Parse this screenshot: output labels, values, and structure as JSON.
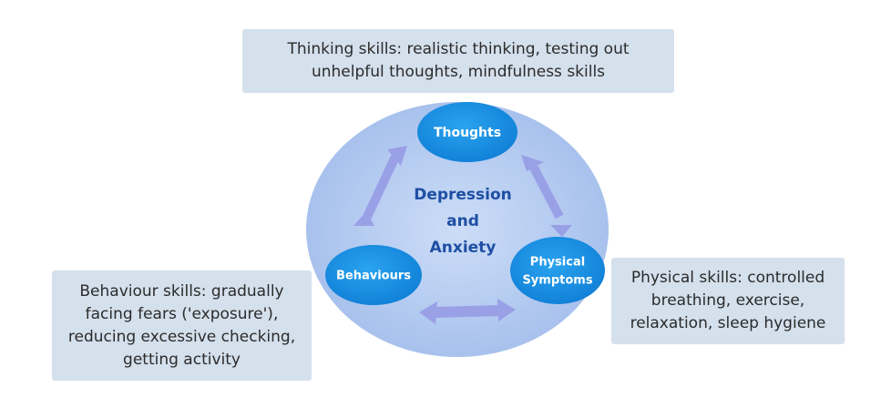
{
  "center": {
    "lines": [
      "Depression",
      "and",
      "Anxiety"
    ]
  },
  "nodes": {
    "thoughts": {
      "lines": [
        "Thoughts"
      ]
    },
    "behaviours": {
      "lines": [
        "Behaviours"
      ]
    },
    "physical": {
      "lines": [
        "Physical",
        "Symptoms"
      ]
    }
  },
  "notes": {
    "thinking": {
      "lines": [
        "Thinking skills: realistic thinking, testing out",
        "unhelpful thoughts, mindfulness skills"
      ]
    },
    "behaviour": {
      "lines": [
        "Behaviour skills: gradually",
        "facing fears ('exposure'),",
        "reducing excessive checking,",
        "getting activity"
      ]
    },
    "physical": {
      "lines": [
        "Physical skills: controlled",
        "breathing, exercise,",
        "relaxation, sleep hygiene"
      ]
    }
  },
  "colors": {
    "circle": "#a9c3ee",
    "node": "#1a8de0",
    "arrow": "#9aa0e6",
    "center_text": "#1e4fa3",
    "note_bg": "#d4e0ec"
  }
}
